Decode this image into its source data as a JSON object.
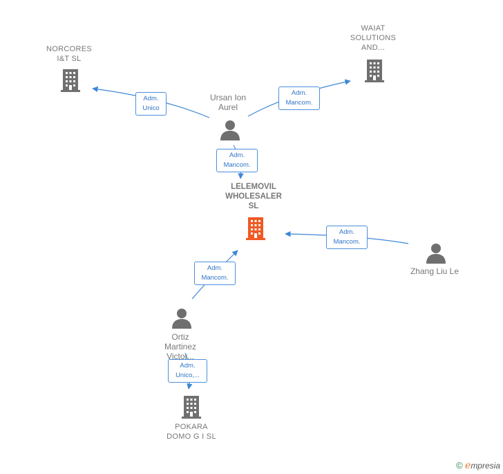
{
  "nodes": {
    "norcores": {
      "label": "NORCORES\nI&T  SL"
    },
    "waiat": {
      "label": "WAIAT\nSOLUTIONS\nAND..."
    },
    "ursan": {
      "label": "Ursan Ion\nAurel"
    },
    "lelemovil": {
      "label": "LELEMOVIL\nWHOLESALER\nSL"
    },
    "zhang": {
      "label": "Zhang Liu Le"
    },
    "ortiz": {
      "label": "Ortiz\nMartinez\nVictor..."
    },
    "pokara": {
      "label": "POKARA\nDOMO G I  SL"
    }
  },
  "edges": {
    "ursan_norcores": "Adm.\nUnico",
    "ursan_waiat": "Adm.\nMancom.",
    "ursan_lelemovil": "Adm.\nMancom.",
    "zhang_lelemovil": "Adm.\nMancom.",
    "ortiz_lelemovil": "Adm.\nMancom.",
    "ortiz_pokara": "Adm.\nUnico,..."
  },
  "colors": {
    "edge": "#3d87d6",
    "building": "#707070",
    "central_building": "#f15a24",
    "person": "#6f6f6f"
  },
  "icons": {
    "company": "building-icon",
    "person": "person-icon"
  },
  "brand": {
    "copyright": "©",
    "e": "e",
    "rest": "mpresia"
  }
}
